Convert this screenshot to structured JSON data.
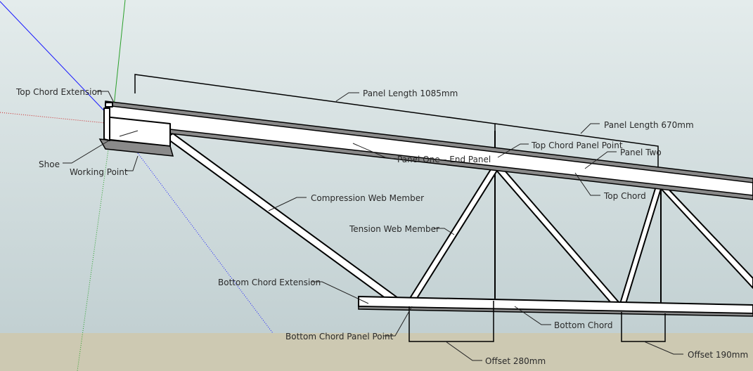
{
  "labels": {
    "top_chord_extension": "Top Chord Extension",
    "shoe": "Shoe",
    "working_point": "Working Point",
    "panel_length_1": "Panel Length 1085mm",
    "panel_length_2": "Panel Length 670mm",
    "top_chord_panel_point": "Top Chord Panel Point",
    "panel_two": "Panel Two",
    "panel_end": "Panel One – End Panel",
    "top_chord": "Top Chord",
    "compression_web": "Compression Web Member",
    "tension_web": "Tension Web Member",
    "bottom_chord_extension": "Bottom Chord Extension",
    "bottom_chord": "Bottom Chord",
    "bottom_chord_panel_point": "Bottom Chord Panel Point",
    "offset_1": "Offset 280mm",
    "offset_2": "Offset 190mm"
  },
  "colors": {
    "sky": "#c8d6d8",
    "ground": "#cdc9b2",
    "member_fill": "#ffffff",
    "member_edge": "#000000",
    "axis_blue": "#1a1aff",
    "axis_green": "#2aa02a",
    "axis_red": "#cc2222"
  }
}
